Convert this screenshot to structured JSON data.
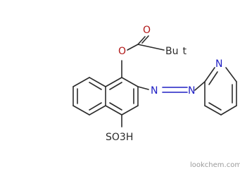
{
  "structure": {
    "atoms": {
      "carbonyl_oxygen": "O",
      "ester_oxygen": "O",
      "tbu_1": "Bu",
      "tbu_2": "t",
      "azo_n1": "N",
      "azo_n2": "N",
      "pyridine_n": "N",
      "sulfonic_acid": "SO3H"
    }
  },
  "watermark": "lookchem.com",
  "colors": {
    "bond": "#2b2b2b",
    "nitrogen": "#1f1fc4",
    "oxygen": "#b01616"
  }
}
